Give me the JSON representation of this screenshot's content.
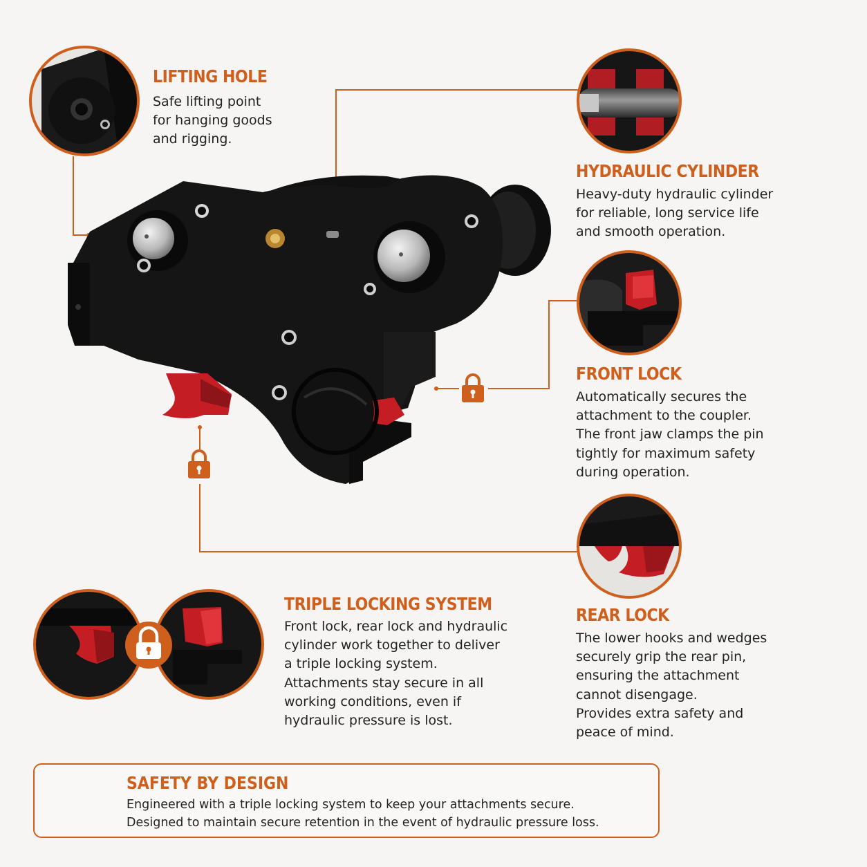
{
  "colors": {
    "accent": "#cf5f1c",
    "background": "#f6f5f3",
    "part_black": "#151515",
    "lock_red": "#c41e24",
    "text": "#222222"
  },
  "icons": [
    "lock-icon",
    "shield-check-icon"
  ],
  "callouts": {
    "lifting_hole": {
      "title": "LIFTING HOLE",
      "lines": [
        "Safe lifting point",
        "for hanging goods",
        "and rigging."
      ]
    },
    "hydraulic_cylinder": {
      "title": "HYDRAULIC CYLINDER",
      "lines": [
        "Heavy-duty hydraulic cylinder",
        "for reliable, long service life",
        "and smooth operation."
      ]
    },
    "front_lock": {
      "title": "FRONT LOCK",
      "lines": [
        "Automatically secures the",
        "attachment to the coupler.",
        "The front jaw clamps the pin",
        "tightly for maximum safety",
        "during operation."
      ]
    },
    "rear_lock": {
      "title": "REAR LOCK",
      "lines": [
        "The lower hooks and wedges",
        "securely grip the rear pin,",
        "ensuring the attachment",
        "cannot disengage.",
        "Provides extra safety and",
        "peace of mind."
      ]
    },
    "triple_locking": {
      "title": "TRIPLE LOCKING SYSTEM",
      "lines": [
        "Front lock, rear lock and hydraulic",
        "cylinder work together to deliver",
        "a triple locking system.",
        "Attachments stay secure in all",
        "working conditions, even if",
        "hydraulic pressure is lost."
      ]
    }
  },
  "safety": {
    "title": "SAFETY BY DESIGN",
    "lines": [
      "Engineered with a triple locking system to keep your attachments secure.",
      "Designed to maintain secure retention in the event of hydraulic pressure loss."
    ]
  }
}
